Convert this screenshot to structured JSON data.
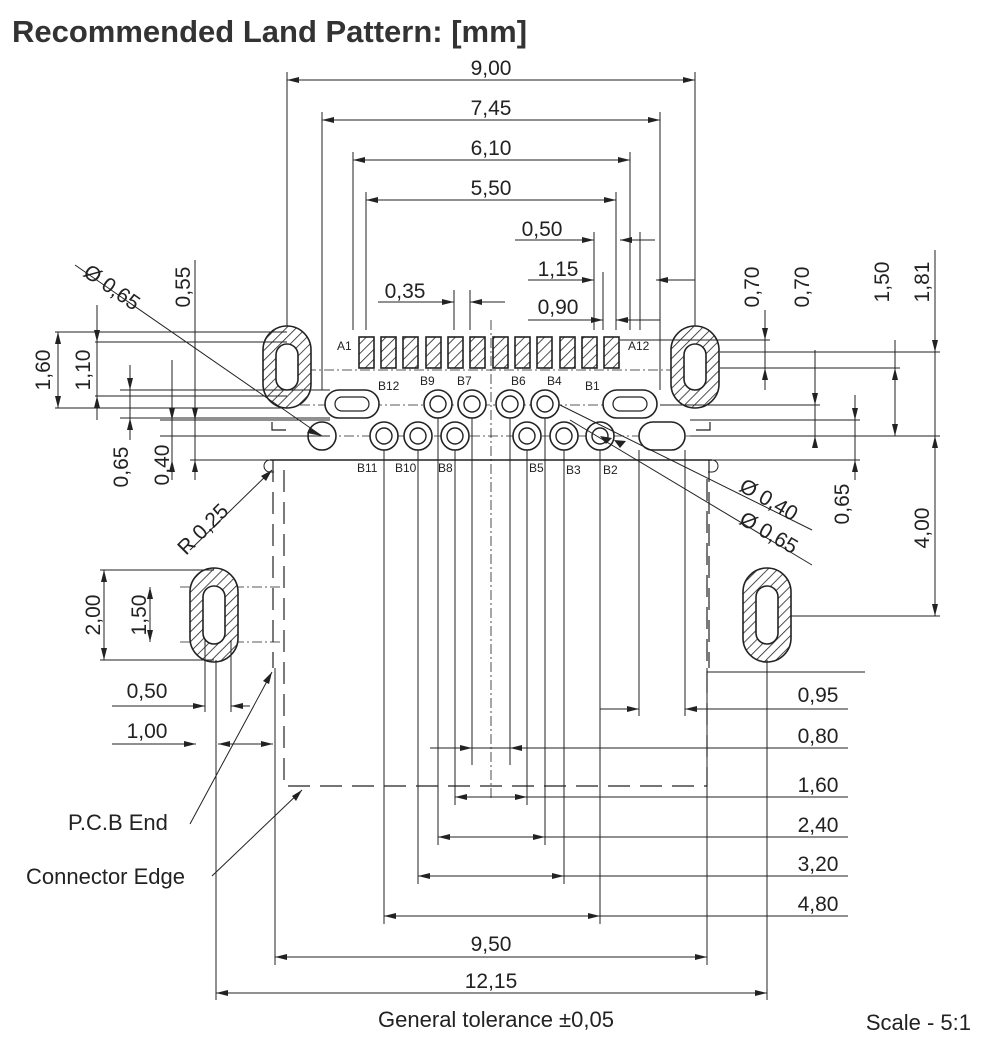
{
  "title": "Recommended Land Pattern: [mm]",
  "dims_top": [
    "9,00",
    "7,45",
    "6,10",
    "5,50",
    "0,50",
    "1,15",
    "0,90",
    "0,35"
  ],
  "dims_right_vertical": [
    "0,70",
    "0,70",
    "1,50",
    "1,81",
    "0,65",
    "4,00"
  ],
  "dims_left_vertical": [
    "1,60",
    "1,10",
    "0,55",
    "0,65",
    "0,40",
    "2,00",
    "1,50"
  ],
  "diameters": [
    "Ø 0,65",
    "Ø 0,40",
    "Ø 0,65"
  ],
  "radius": "R 0,25",
  "dims_left_horizontal": [
    "0,50",
    "1,00"
  ],
  "dims_right_horizontal": [
    "0,95",
    "0,80",
    "1,60",
    "2,40",
    "3,20",
    "4,80"
  ],
  "dims_bottom": [
    "9,50",
    "12,15"
  ],
  "pin_labels": {
    "a_row": [
      "A1",
      "A12"
    ],
    "b_top": [
      "B12",
      "B9",
      "B7",
      "B6",
      "B4",
      "B1"
    ],
    "b_bottom": [
      "B11",
      "B10",
      "B8",
      "B5",
      "B3",
      "B2"
    ]
  },
  "callouts": {
    "pcb_end": "P.C.B End",
    "connector_edge": "Connector Edge"
  },
  "footer": {
    "tolerance": "General tolerance ±0,05",
    "scale": "Scale - 5:1"
  }
}
